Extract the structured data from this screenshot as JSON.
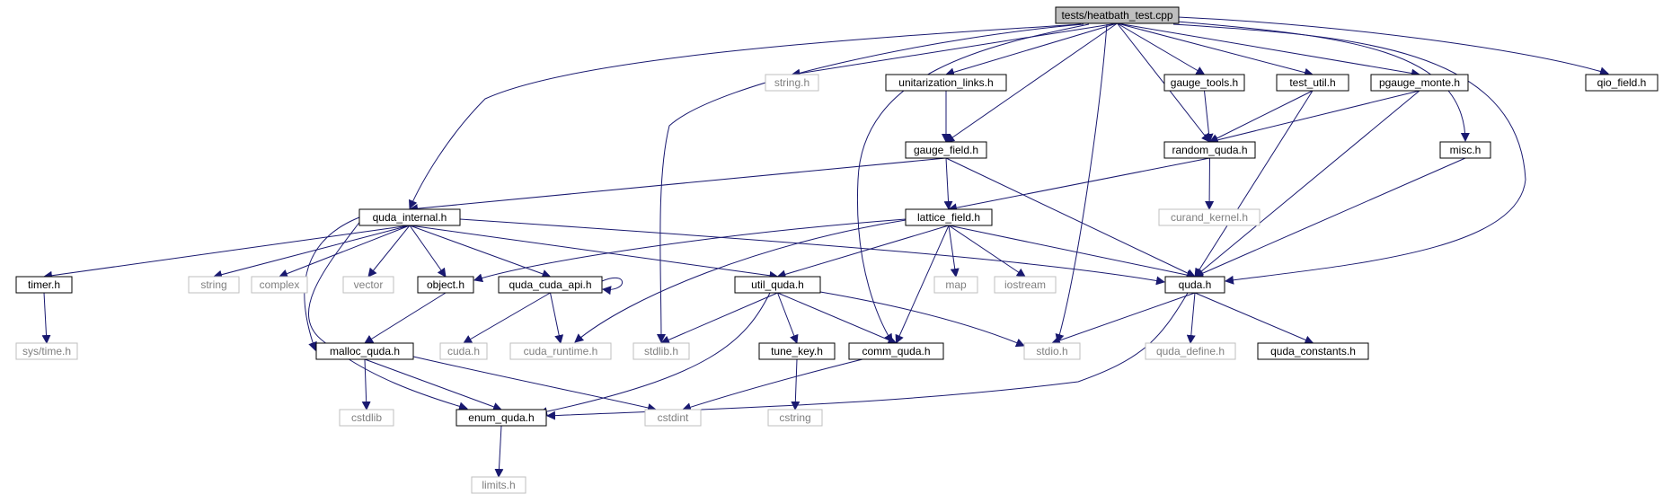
{
  "colors": {
    "edge": "#191970",
    "root_fill": "#bfbfbf",
    "node_border": "#000000",
    "ext_border": "#bfbfbf",
    "ext_text": "#7f7f7f",
    "text": "#000000"
  },
  "nodes": [
    {
      "id": "root",
      "label": "tests/heatbath_test.cpp",
      "kind": "root"
    },
    {
      "id": "string_h",
      "label": "string.h",
      "kind": "ext"
    },
    {
      "id": "unitarization",
      "label": "unitarization_links.h",
      "kind": "file"
    },
    {
      "id": "gauge_tools",
      "label": "gauge_tools.h",
      "kind": "file"
    },
    {
      "id": "test_util",
      "label": "test_util.h",
      "kind": "file"
    },
    {
      "id": "pgauge_monte",
      "label": "pgauge_monte.h",
      "kind": "file"
    },
    {
      "id": "qio_field",
      "label": "qio_field.h",
      "kind": "file"
    },
    {
      "id": "gauge_field",
      "label": "gauge_field.h",
      "kind": "file"
    },
    {
      "id": "random_quda",
      "label": "random_quda.h",
      "kind": "file"
    },
    {
      "id": "misc",
      "label": "misc.h",
      "kind": "file"
    },
    {
      "id": "quda_internal",
      "label": "quda_internal.h",
      "kind": "file"
    },
    {
      "id": "lattice_field",
      "label": "lattice_field.h",
      "kind": "file"
    },
    {
      "id": "curand_kernel",
      "label": "curand_kernel.h",
      "kind": "ext"
    },
    {
      "id": "timer",
      "label": "timer.h",
      "kind": "file"
    },
    {
      "id": "string",
      "label": "string",
      "kind": "ext"
    },
    {
      "id": "complex",
      "label": "complex",
      "kind": "ext"
    },
    {
      "id": "vector",
      "label": "vector",
      "kind": "ext"
    },
    {
      "id": "object",
      "label": "object.h",
      "kind": "file"
    },
    {
      "id": "quda_cuda_api",
      "label": "quda_cuda_api.h",
      "kind": "file"
    },
    {
      "id": "util_quda",
      "label": "util_quda.h",
      "kind": "file"
    },
    {
      "id": "map",
      "label": "map",
      "kind": "ext"
    },
    {
      "id": "iostream",
      "label": "iostream",
      "kind": "ext"
    },
    {
      "id": "quda",
      "label": "quda.h",
      "kind": "file"
    },
    {
      "id": "sys_time",
      "label": "sys/time.h",
      "kind": "ext"
    },
    {
      "id": "malloc_quda",
      "label": "malloc_quda.h",
      "kind": "file"
    },
    {
      "id": "cuda_h",
      "label": "cuda.h",
      "kind": "ext"
    },
    {
      "id": "cuda_runtime",
      "label": "cuda_runtime.h",
      "kind": "ext"
    },
    {
      "id": "stdlib",
      "label": "stdlib.h",
      "kind": "ext"
    },
    {
      "id": "tune_key",
      "label": "tune_key.h",
      "kind": "file"
    },
    {
      "id": "comm_quda",
      "label": "comm_quda.h",
      "kind": "file"
    },
    {
      "id": "stdio",
      "label": "stdio.h",
      "kind": "ext"
    },
    {
      "id": "quda_define",
      "label": "quda_define.h",
      "kind": "ext"
    },
    {
      "id": "quda_constants",
      "label": "quda_constants.h",
      "kind": "file"
    },
    {
      "id": "cstdlib",
      "label": "cstdlib",
      "kind": "ext"
    },
    {
      "id": "enum_quda",
      "label": "enum_quda.h",
      "kind": "file"
    },
    {
      "id": "cstdint",
      "label": "cstdint",
      "kind": "ext"
    },
    {
      "id": "cstring",
      "label": "cstring",
      "kind": "ext"
    },
    {
      "id": "limits",
      "label": "limits.h",
      "kind": "ext"
    }
  ],
  "edges": [
    [
      "root",
      "quda_internal"
    ],
    [
      "root",
      "string_h"
    ],
    [
      "root",
      "stdlib"
    ],
    [
      "root",
      "unitarization"
    ],
    [
      "root",
      "gauge_field"
    ],
    [
      "root",
      "comm_quda"
    ],
    [
      "root",
      "stdio"
    ],
    [
      "root",
      "gauge_tools"
    ],
    [
      "root",
      "random_quda"
    ],
    [
      "root",
      "test_util"
    ],
    [
      "root",
      "pgauge_monte"
    ],
    [
      "root",
      "misc"
    ],
    [
      "root",
      "quda"
    ],
    [
      "root",
      "qio_field"
    ],
    [
      "unitarization",
      "gauge_field"
    ],
    [
      "gauge_tools",
      "random_quda"
    ],
    [
      "test_util",
      "random_quda"
    ],
    [
      "test_util",
      "quda"
    ],
    [
      "pgauge_monte",
      "random_quda"
    ],
    [
      "pgauge_monte",
      "quda"
    ],
    [
      "misc",
      "quda"
    ],
    [
      "gauge_field",
      "quda_internal"
    ],
    [
      "gauge_field",
      "lattice_field"
    ],
    [
      "gauge_field",
      "quda"
    ],
    [
      "random_quda",
      "lattice_field"
    ],
    [
      "random_quda",
      "curand_kernel"
    ],
    [
      "quda_internal",
      "timer"
    ],
    [
      "quda_internal",
      "string"
    ],
    [
      "quda_internal",
      "complex"
    ],
    [
      "quda_internal",
      "vector"
    ],
    [
      "quda_internal",
      "object"
    ],
    [
      "quda_internal",
      "quda_cuda_api"
    ],
    [
      "quda_internal",
      "util_quda"
    ],
    [
      "quda_internal",
      "quda"
    ],
    [
      "quda_internal",
      "malloc_quda"
    ],
    [
      "quda_internal",
      "enum_quda"
    ],
    [
      "lattice_field",
      "object"
    ],
    [
      "lattice_field",
      "cuda_runtime"
    ],
    [
      "lattice_field",
      "util_quda"
    ],
    [
      "lattice_field",
      "map"
    ],
    [
      "lattice_field",
      "iostream"
    ],
    [
      "lattice_field",
      "comm_quda"
    ],
    [
      "lattice_field",
      "quda"
    ],
    [
      "timer",
      "sys_time"
    ],
    [
      "object",
      "malloc_quda"
    ],
    [
      "quda_cuda_api",
      "cuda_h"
    ],
    [
      "quda_cuda_api",
      "cuda_runtime"
    ],
    [
      "quda_cuda_api",
      "quda_cuda_api"
    ],
    [
      "util_quda",
      "stdlib"
    ],
    [
      "util_quda",
      "tune_key"
    ],
    [
      "util_quda",
      "comm_quda"
    ],
    [
      "util_quda",
      "stdio"
    ],
    [
      "util_quda",
      "enum_quda"
    ],
    [
      "quda",
      "stdio"
    ],
    [
      "quda",
      "quda_define"
    ],
    [
      "quda",
      "quda_constants"
    ],
    [
      "quda",
      "enum_quda"
    ],
    [
      "malloc_quda",
      "cstdlib"
    ],
    [
      "malloc_quda",
      "enum_quda"
    ],
    [
      "malloc_quda",
      "cstdint"
    ],
    [
      "tune_key",
      "cstring"
    ],
    [
      "comm_quda",
      "cstdint"
    ],
    [
      "enum_quda",
      "limits"
    ]
  ]
}
